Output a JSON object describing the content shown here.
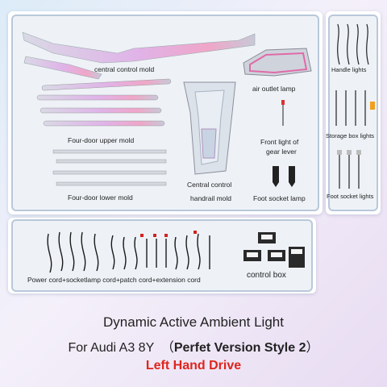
{
  "components": {
    "central_control_mold": "central control mold",
    "air_outlet_lamp": "air outlet lamp",
    "four_door_upper_mold": "Four-door upper mold",
    "front_light_gear_lever_1": "Front light of",
    "front_light_gear_lever_2": "gear lever",
    "central_handrail_mold_1": "Central control",
    "central_handrail_mold_2": "handrail mold",
    "four_door_lower_mold": "Four-door lower mold",
    "foot_socket_lamp": "Foot socket lamp"
  },
  "side_items": {
    "handle_lights": "Handle lights",
    "storage_box_lights": "Storage box lights",
    "foot_socket_lights": "Foot socket lights"
  },
  "accessories": {
    "cords": "Power cord+socketlamp cord+patch cord+extension cord",
    "control_box": "control box"
  },
  "caption": {
    "line1": "Dynamic Active Ambient Light",
    "line2_prefix": "For Audi A3 8Y  （",
    "line2_bold": "Perfet Version Style 2",
    "line2_suffix": "）",
    "line3": "Left Hand Drive"
  },
  "colors": {
    "accent_red": "#e0241c",
    "panel_border": "#b9c8da"
  }
}
